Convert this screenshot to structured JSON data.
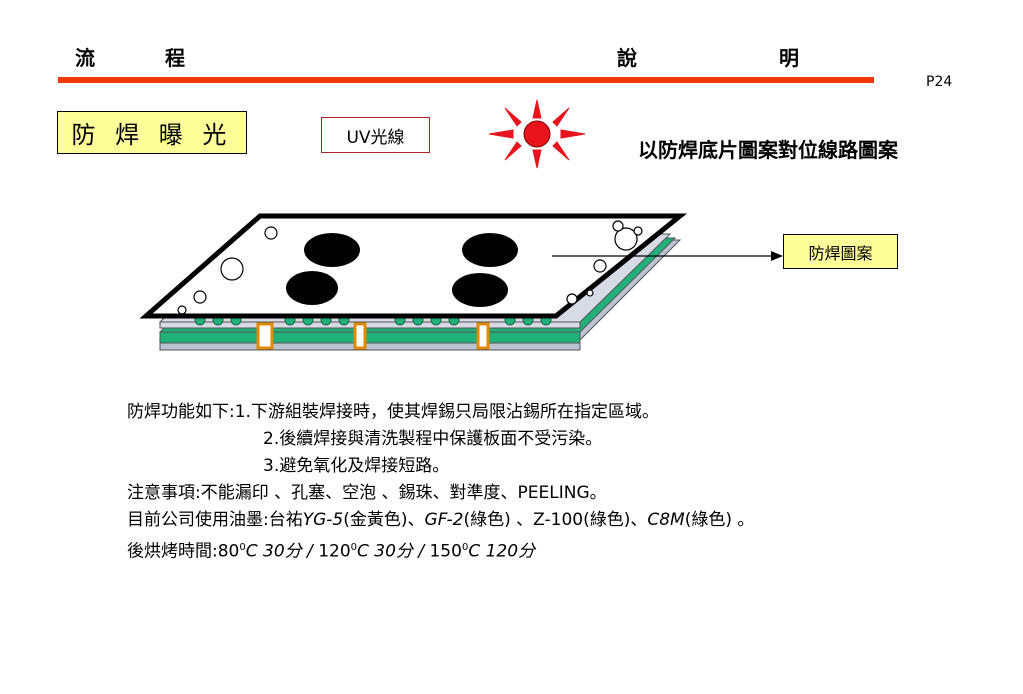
{
  "header": {
    "left_char_1": "流",
    "left_char_2": "程",
    "right_char_1": "說",
    "right_char_2": "明",
    "page_number": "P24"
  },
  "title_box": "防 焊 曝 光",
  "uv_label": "UV光線",
  "subtitle": "以防焊底片圖案對位線路圖案",
  "pattern_label": "防焊圖案",
  "colors": {
    "accent_red": "#f03a0c",
    "box_yellow": "#ffff99",
    "board_green": "#21b07a",
    "board_gray": "#b9c3d4",
    "tab_orange": "#e08a00",
    "sun_red": "#e8141c"
  },
  "icons": {
    "light": "sun-burst-icon",
    "arrow": "arrow-right-icon"
  },
  "notes": {
    "func_label": "防焊功能如下:",
    "item1_num": "1.",
    "item1_text": "下游組裝焊接時，使其焊錫只局限沾錫所在指定區域。",
    "item2_num": "2.",
    "item2_text": "後續焊接與清洗製程中保護板面不受污染。",
    "item3_num": "3.",
    "item3_text": "避免氧化及焊接短路。",
    "caution": "注意事項:不能漏印 、孔塞、空泡 、錫珠、對準度、PEELING。",
    "ink_prefix": "目前公司使用油墨:台祐",
    "ink_1": "YG-5",
    "ink_1_color": "(金黃色)、",
    "ink_2": "GF-2",
    "ink_2_color": "(綠色) 、",
    "ink_3": "Z-100",
    "ink_3_color": "(綠色)、",
    "ink_4": "C8M",
    "ink_4_color": "(綠色) 。",
    "bake_label": "後烘烤時間:",
    "bake_1_temp": "80",
    "bake_1_unit": "C 30分 / ",
    "bake_2_temp": "120",
    "bake_2_unit": "C 30分 / ",
    "bake_3_temp": "150",
    "bake_3_unit": "C 120分",
    "degree_mark": "0"
  }
}
